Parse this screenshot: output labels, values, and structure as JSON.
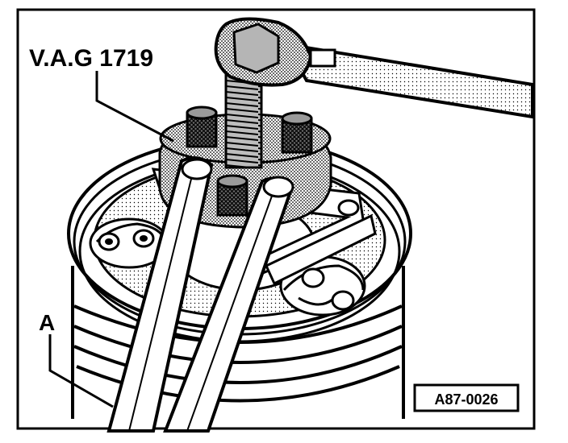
{
  "labels": {
    "tool": "V.A.G 1719",
    "part": "A",
    "reference": "A87-0026"
  },
  "colors": {
    "ink": "#000000",
    "paper": "#ffffff",
    "halftone": "#8a8a8a"
  },
  "icons": {
    "wrench": "wrench-icon",
    "puller": "puller-tool-icon",
    "pulley": "pulley-icon",
    "pins": "holding-pin-icon"
  }
}
